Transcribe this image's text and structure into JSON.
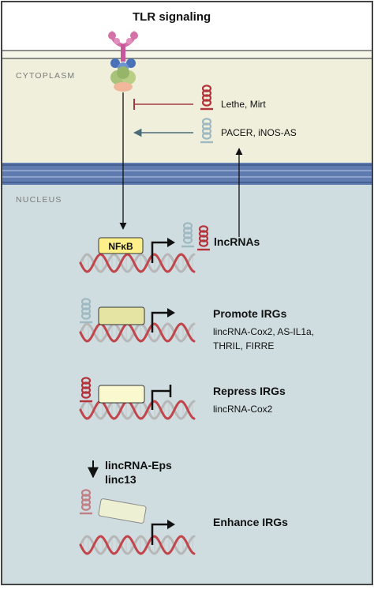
{
  "title": "TLR signaling",
  "compartments": {
    "cytoplasm": "CYTOPLASM",
    "nucleus": "NUCLEUS"
  },
  "cytoplasm_labels": {
    "inhibitors": "Lethe, Mirt",
    "activators": "PACER, iNOS-AS"
  },
  "nucleus": {
    "factor": "NFκB",
    "products": "lncRNAs",
    "promote": {
      "heading": "Promote IRGs",
      "line1": "lincRNA-Cox2, AS-IL1a,",
      "line2": "THRIL, FIRRE"
    },
    "repress": {
      "heading": "Repress IRGs",
      "line1": "lincRNA-Cox2"
    },
    "downreg": {
      "line1": "lincRNA-Eps",
      "line2": "linc13"
    },
    "enhance": {
      "heading": "Enhance IRGs"
    }
  },
  "colors": {
    "cytoplasm_bg": "#efefdc",
    "nucleus_bg": "#cfdde0",
    "membrane": "#5f7bb0",
    "red_rna": "#b5343c",
    "blue_rna": "#9fb9c2",
    "nfkb_box": "#fdf08a",
    "gene_box": "#e6e4a2",
    "dna_red": "#c0464c",
    "dna_grey": "#b7b7b7"
  }
}
